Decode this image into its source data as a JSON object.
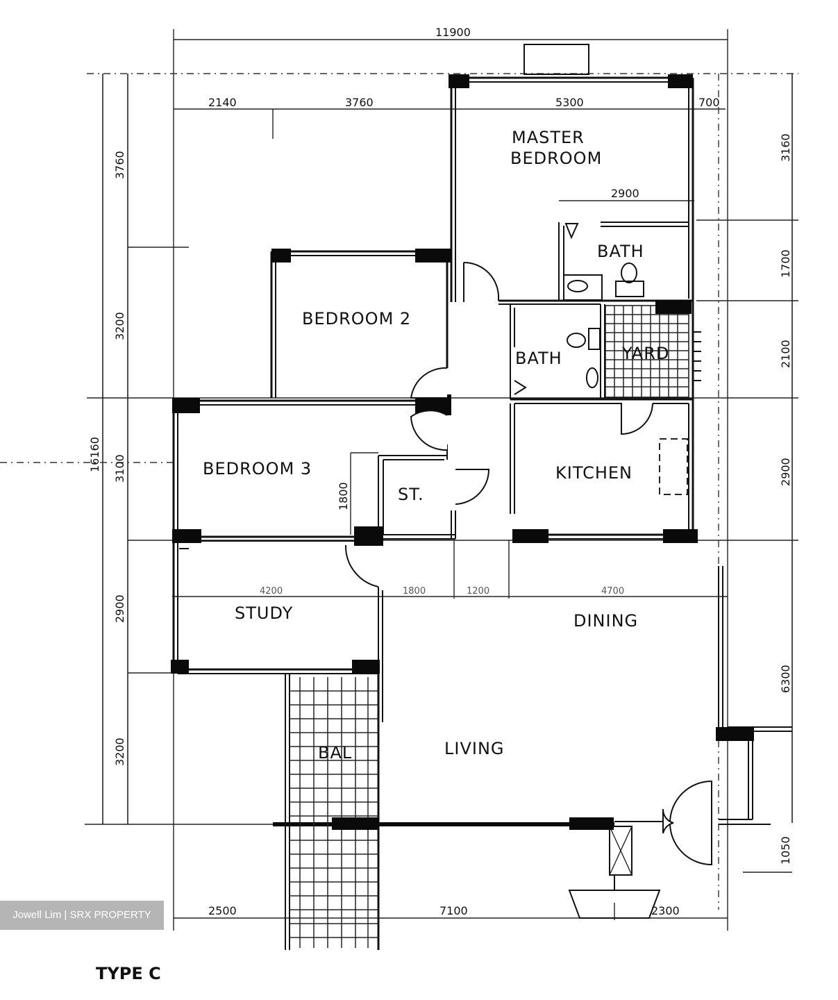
{
  "plan": {
    "title": "TYPE C",
    "rooms": {
      "master_bedroom_line1": "MASTER",
      "master_bedroom_line2": "BEDROOM",
      "master_bath": "BATH",
      "bedroom2": "BEDROOM 2",
      "bedroom3": "BEDROOM 3",
      "common_bath": "BATH",
      "yard": "YARD",
      "store": "ST.",
      "kitchen": "KITCHEN",
      "study": "STUDY",
      "dining": "DINING",
      "living": "LIVING",
      "balcony": "BAL"
    },
    "dimensions": {
      "top_total": "11900",
      "top": [
        "2140",
        "3760",
        "5300",
        "700"
      ],
      "master_bath_width": "2900",
      "mid": [
        "4200",
        "1800",
        "1200",
        "4700"
      ],
      "store_depth": "1800",
      "bottom": [
        "2500",
        "7100",
        "2300"
      ],
      "left_total": "16160",
      "left": [
        "3760",
        "3200",
        "3100",
        "2900",
        "3200"
      ],
      "right": [
        "3160",
        "1700",
        "2100",
        "2900",
        "6300",
        "1050"
      ]
    }
  },
  "watermark": {
    "text": "Jowell Lim | SRX PROPERTY",
    "background": "#b5b5b5",
    "color": "#ffffff"
  }
}
